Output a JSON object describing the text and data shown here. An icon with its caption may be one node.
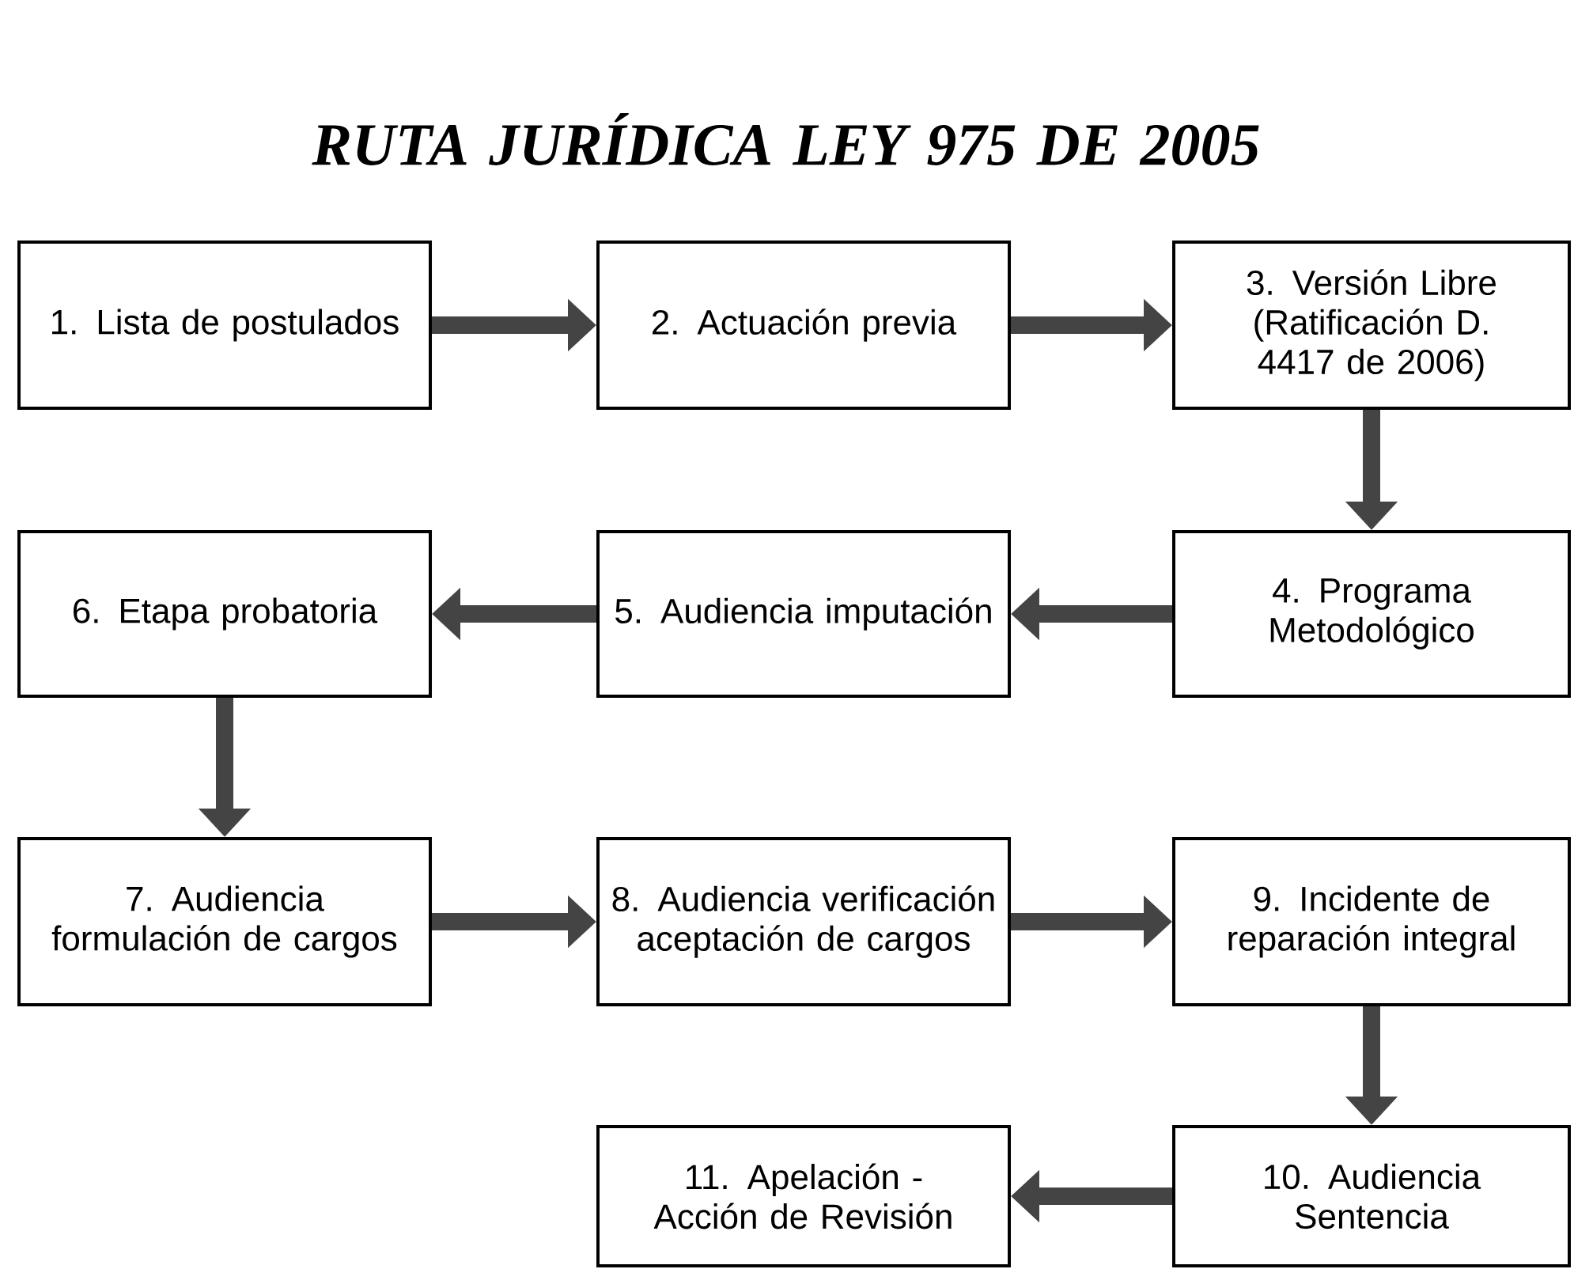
{
  "diagram": {
    "title": "RUTA JURÍDICA LEY 975 DE 2005",
    "nodes": [
      {
        "text": [
          "1. Lista de postulados"
        ]
      },
      {
        "text": [
          "2. Actuación previa"
        ]
      },
      {
        "text": [
          "3. Versión Libre (Ratificación D. 4417 de 2006)"
        ]
      },
      {
        "text": [
          "4. Programa Metodológico"
        ]
      },
      {
        "text": [
          "5. Audiencia imputación"
        ]
      },
      {
        "text": [
          "6. Etapa probatoria"
        ]
      },
      {
        "text": [
          "7. Audiencia formulación de cargos"
        ]
      },
      {
        "text": [
          "8. Audiencia verificación aceptación de cargos"
        ]
      },
      {
        "text": [
          "9. Incidente de reparación integral"
        ]
      },
      {
        "text": [
          "10. Audiencia Sentencia"
        ]
      },
      {
        "text": [
          "11. Apelación - Acción de Revisión"
        ]
      }
    ],
    "edges": [
      {
        "from": 0,
        "to": 1,
        "arrow": "to"
      },
      {
        "from": 1,
        "to": 2,
        "arrow": "to"
      },
      {
        "from": 2,
        "to": 3,
        "arrow": "to"
      },
      {
        "from": 3,
        "to": 4,
        "arrow": "to"
      },
      {
        "from": 4,
        "to": 5,
        "arrow": "to"
      },
      {
        "from": 5,
        "to": 6,
        "arrow": "to"
      },
      {
        "from": 6,
        "to": 7,
        "arrow": "to"
      },
      {
        "from": 7,
        "to": 8,
        "arrow": "to"
      },
      {
        "from": 8,
        "to": 9,
        "arrow": "to"
      },
      {
        "from": 9,
        "to": 10,
        "arrow": "to"
      }
    ]
  }
}
